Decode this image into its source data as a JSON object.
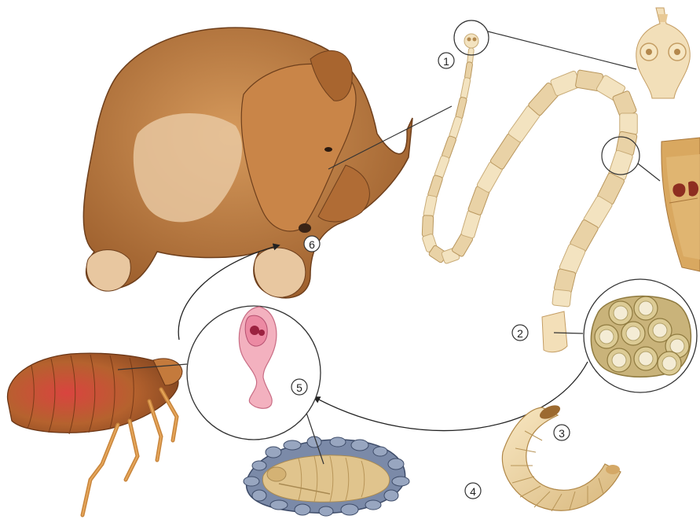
{
  "stages": [
    {
      "id": "1",
      "label": "1"
    },
    {
      "id": "2",
      "label": "2"
    },
    {
      "id": "3",
      "label": "3"
    },
    {
      "id": "4",
      "label": "4"
    },
    {
      "id": "5",
      "label": "5"
    },
    {
      "id": "6",
      "label": "6"
    }
  ],
  "colors": {
    "dog_fur": "#b8763e",
    "dog_light": "#e8c7a0",
    "worm": "#f3e3c0",
    "worm_outline": "#c9ac78",
    "flea_body": "#b5622e",
    "flea_red": "#c8343a",
    "egg_capsule": "#d8c58f",
    "cyst_pink": "#e67f9b",
    "pupa_cocoon": "#6f7f9b"
  },
  "icons": [
    "dog-illustration",
    "tapeworm-illustration",
    "scolex-closeup-icon",
    "proglottid-closeup-icon",
    "egg-packet-closeup-icon",
    "flea-illustration",
    "cysticercoid-closeup-icon",
    "flea-larva-illustration",
    "flea-pupa-illustration"
  ]
}
